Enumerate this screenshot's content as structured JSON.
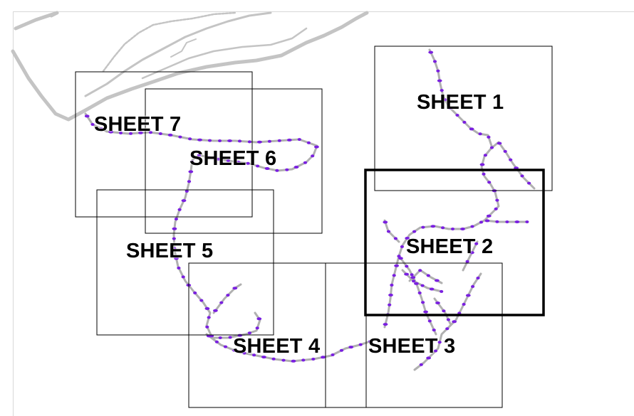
{
  "map": {
    "sheets": [
      {
        "id": "sheet-1",
        "label": "SHEET 1",
        "highlighted": false
      },
      {
        "id": "sheet-2",
        "label": "SHEET 2",
        "highlighted": true
      },
      {
        "id": "sheet-3",
        "label": "SHEET 3",
        "highlighted": false
      },
      {
        "id": "sheet-4",
        "label": "SHEET 4",
        "highlighted": false
      },
      {
        "id": "sheet-5",
        "label": "SHEET 5",
        "highlighted": false
      },
      {
        "id": "sheet-6",
        "label": "SHEET 6",
        "highlighted": false
      },
      {
        "id": "sheet-7",
        "label": "SHEET 7",
        "highlighted": false
      }
    ],
    "colors": {
      "route_line": "#b0b0b0",
      "marker": "#7a1fe0",
      "shoreline": "#c4c4c4",
      "sheet_border": "#000000"
    }
  }
}
